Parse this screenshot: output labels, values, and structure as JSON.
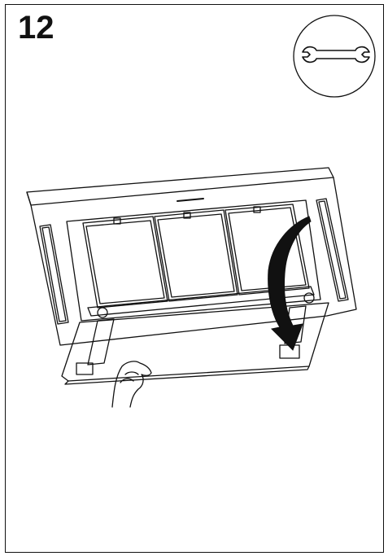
{
  "step": {
    "number": "12"
  },
  "tool_badge": {
    "icon": "wrench-icon"
  },
  "illustration": {
    "subject": "cooker-hood-panel-closing",
    "icons": [
      "hand-icon",
      "curved-arrow-icon",
      "filter-panel"
    ]
  },
  "colors": {
    "line": "#111111",
    "background": "#ffffff",
    "arrow": "#111111"
  }
}
